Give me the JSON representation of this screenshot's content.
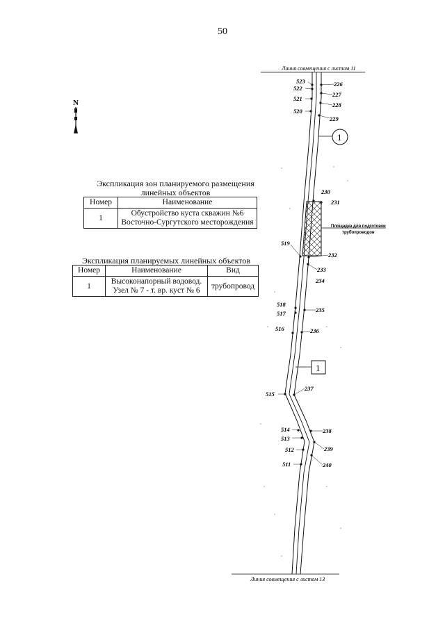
{
  "page_number": "50",
  "north_label": "N",
  "zones_table": {
    "title_line1": "Экспликация зон планируемого размещения",
    "title_line2": "линейных объектов",
    "headers": [
      "Номер",
      "Наименование"
    ],
    "rows": [
      {
        "number": "1",
        "name_line1": "Обустройство куста скважин №6",
        "name_line2": "Восточно-Сургутского месторождения"
      }
    ]
  },
  "objects_table": {
    "title": "Экспликация планируемых линейных объектов",
    "headers": [
      "Номер",
      "Наименование",
      "Вид"
    ],
    "rows": [
      {
        "number": "1",
        "name_line1": "Высоконапорный водовод.",
        "name_line2": "Узел № 7 - т. вр. куст № 6",
        "type": "трубопровод"
      }
    ]
  },
  "map": {
    "top_match_line": "Линия совмещения с листом 11",
    "bottom_match_line": "Линия совмещения с листом 13",
    "site_callout_line1": "Площадка для подготовки",
    "site_callout_line2": "трубопроводов",
    "zone_marker": "1",
    "object_marker": "1",
    "left_points": [
      "523",
      "522",
      "521",
      "520",
      "519",
      "518",
      "517",
      "516",
      "515",
      "514",
      "513",
      "512",
      "511"
    ],
    "right_points": [
      "226",
      "227",
      "228",
      "229",
      "230",
      "231",
      "232",
      "233",
      "234",
      "235",
      "236",
      "237",
      "238",
      "239",
      "240"
    ]
  }
}
